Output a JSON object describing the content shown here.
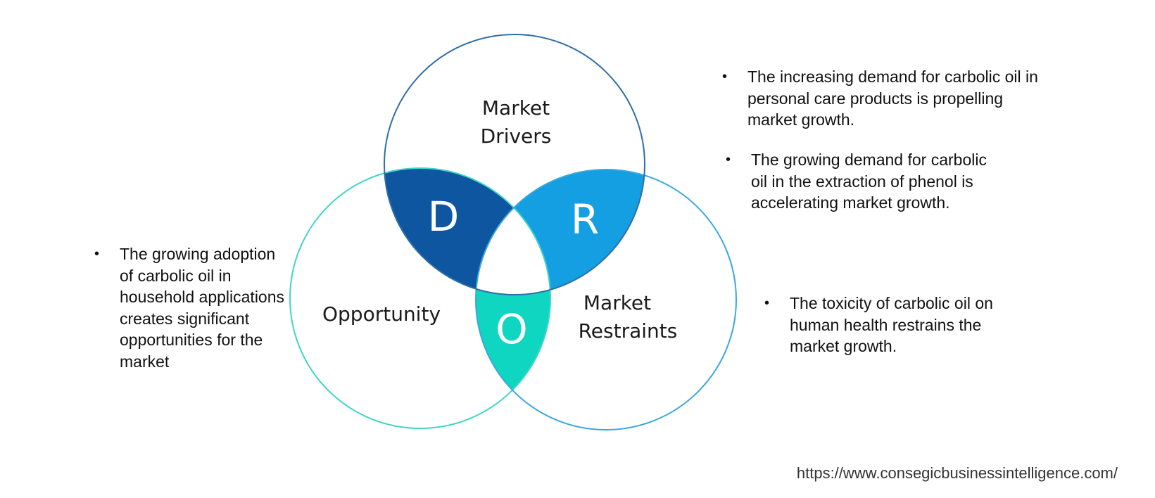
{
  "diagram": {
    "circles": {
      "drivers": {
        "label_line1": "Market",
        "label_line2": "Drivers",
        "stroke": "#2f6ea6"
      },
      "opportunity": {
        "label": "Opportunity",
        "stroke": "#3fd5c9"
      },
      "restraints": {
        "label_line1": "Market",
        "label_line2": "Restraints",
        "stroke": "#3aa8dc"
      }
    },
    "intersections": {
      "drivers_opportunity": {
        "letter": "D",
        "fill": "#0e56a0"
      },
      "drivers_restraints": {
        "letter": "R",
        "fill": "#149fe3"
      },
      "opportunity_restraints": {
        "letter": "O",
        "fill": "#0ed6c1"
      }
    }
  },
  "bullets": {
    "left": {
      "marker": "•",
      "text": "The growing adoption of carbolic oil in household applications creates significant opportunities for the market"
    },
    "right_1": {
      "marker": "•",
      "text": "The increasing demand for carbolic oil in personal care products is propelling market growth."
    },
    "right_2": {
      "marker": "•",
      "text": "The growing demand for carbolic oil in the extraction of phenol is accelerating market growth."
    },
    "right_3": {
      "marker": "•",
      "text": "The toxicity of carbolic oil on human health restrains the market growth."
    }
  },
  "source_url": "https://www.consegicbusinessintelligence.com/"
}
